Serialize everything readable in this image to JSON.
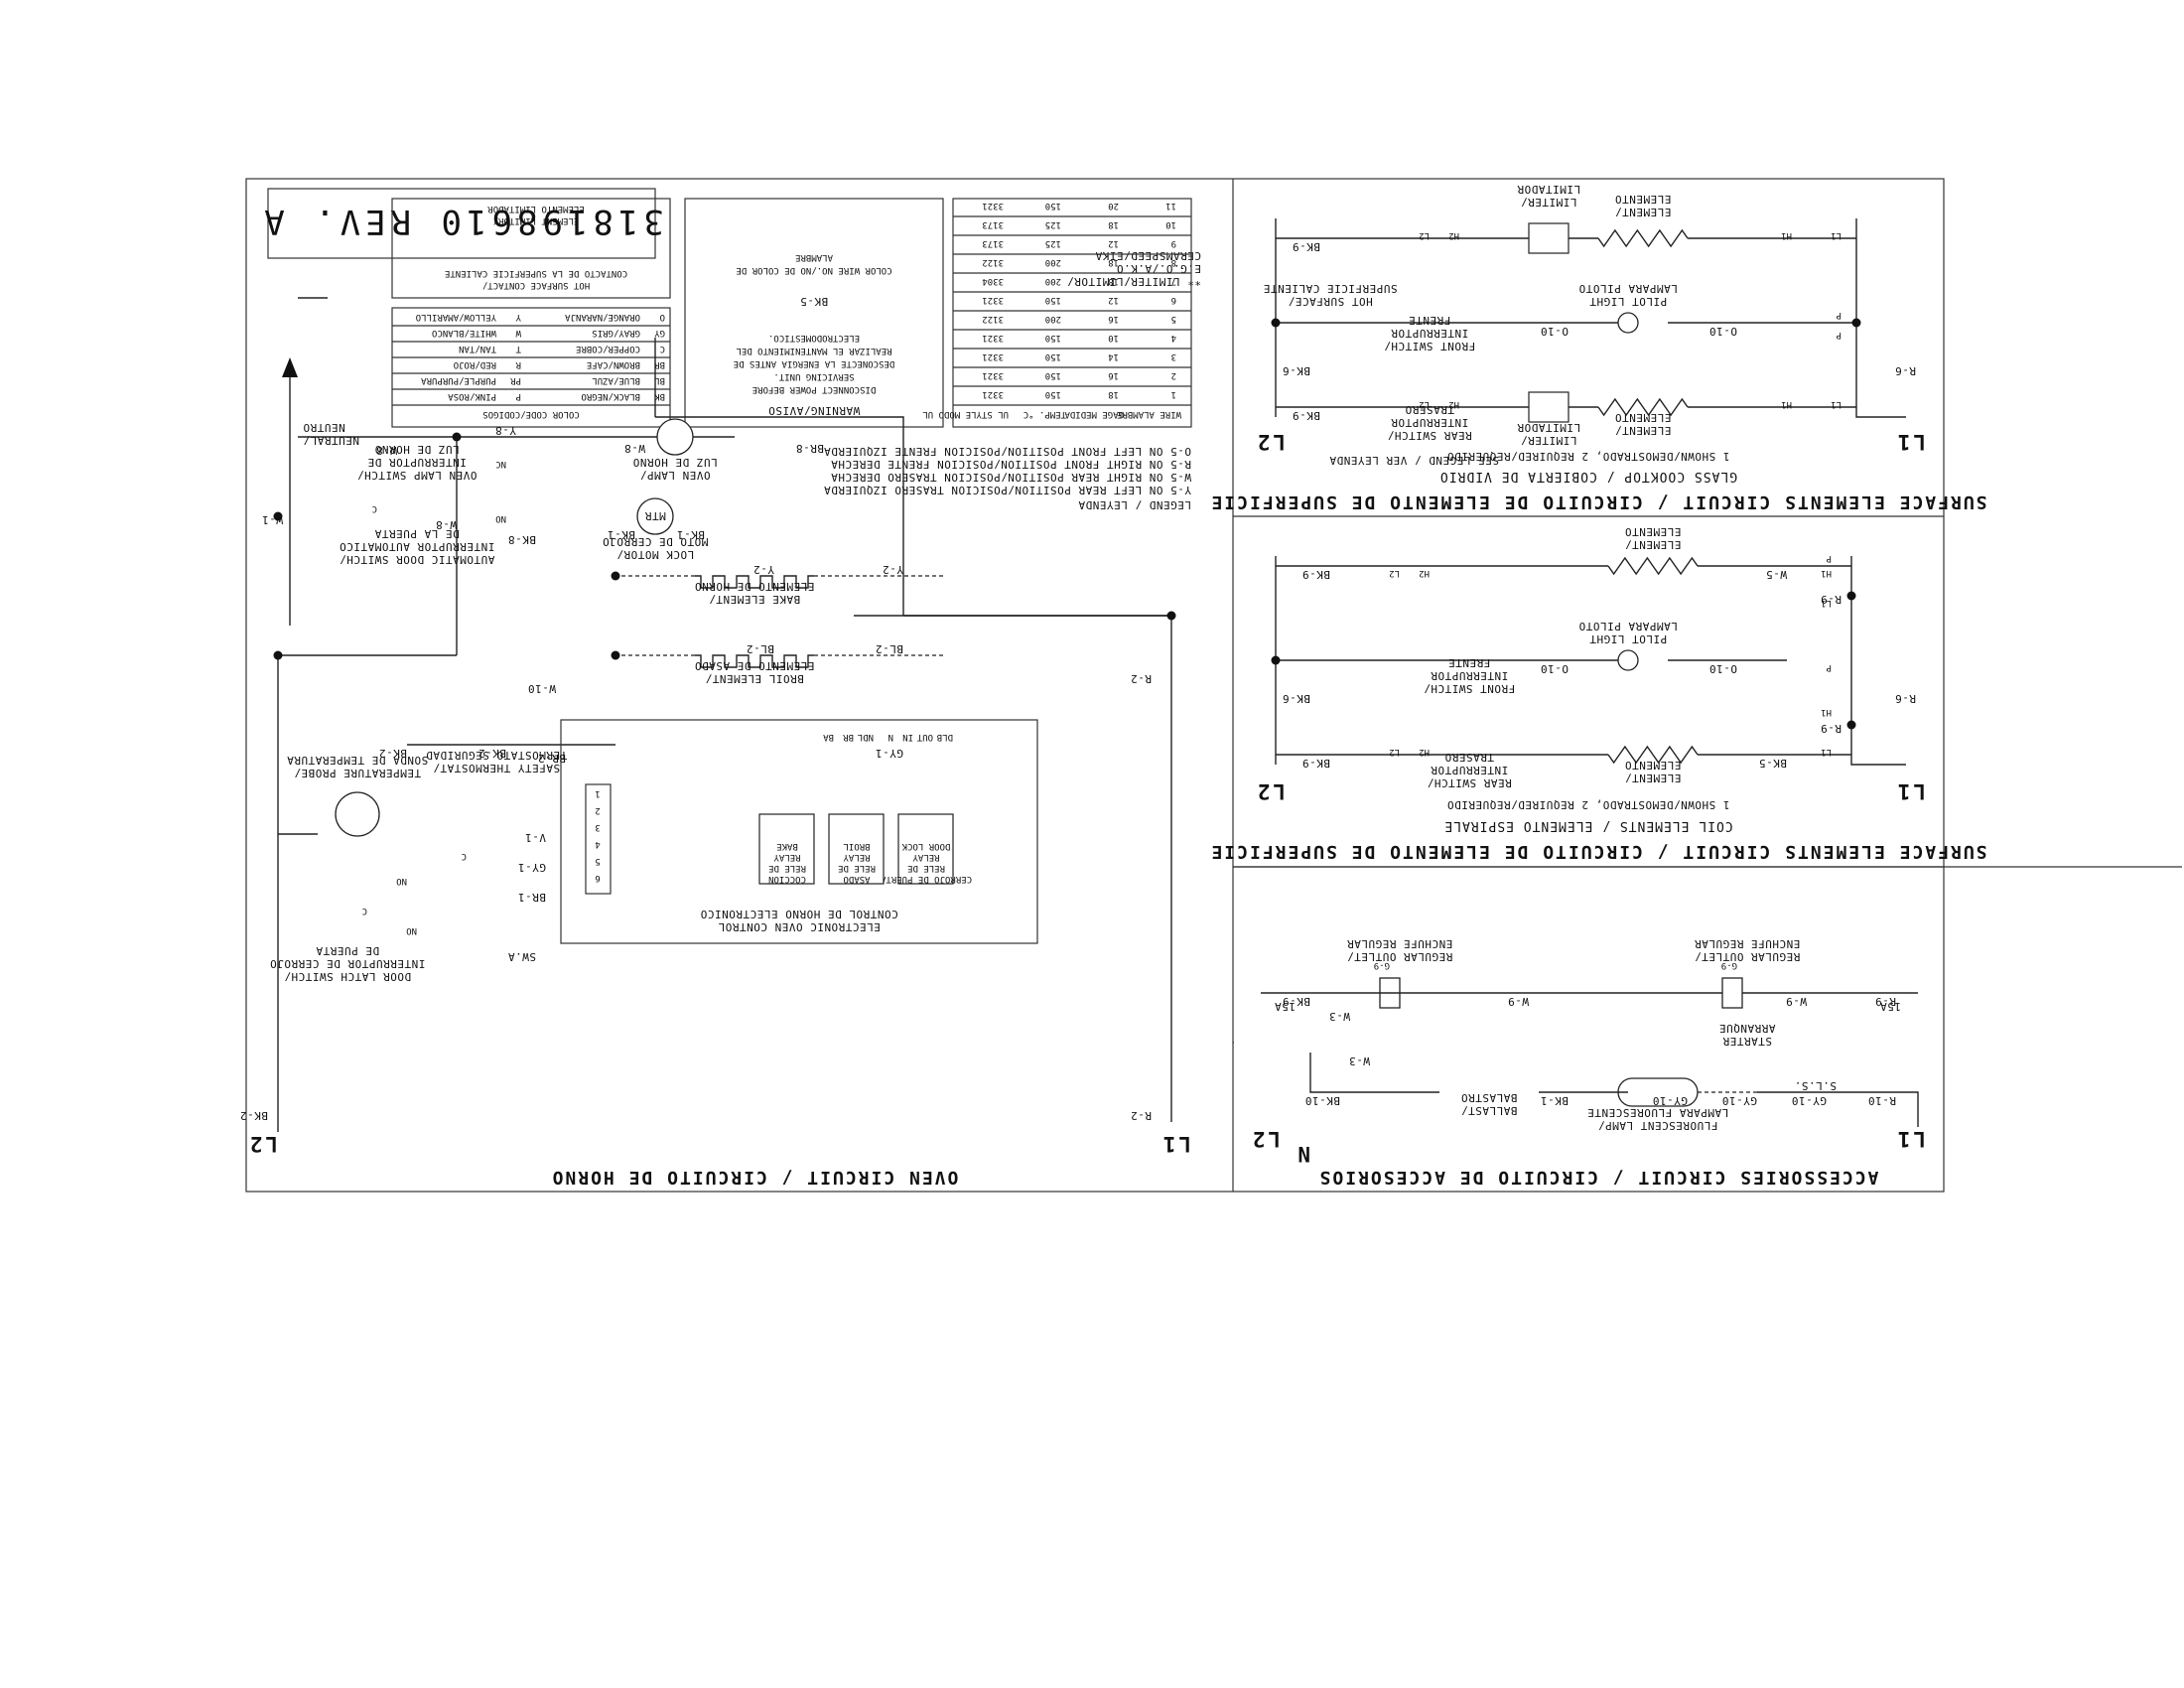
{
  "part_number": "318198610 REV. A",
  "oven": {
    "title": "OVEN CIRCUIT / CIRCUITO DE HORNO",
    "l1": "L1",
    "l2": "L2",
    "neutral": [
      "NEUTRAL/",
      "NEUTRO"
    ],
    "oven_lamp_switch": [
      "OVEN LAMP SWITCH/",
      "INTERRUPTOR DE",
      "LUZ DE HORNO"
    ],
    "oven_lamp": [
      "OVEN LAMP/",
      "LUZ DE HORNO"
    ],
    "auto_door_switch": [
      "AUTOMATIC DOOR SWITCH/",
      "INTERRUPTOR AUTOMATICO",
      "DE LA PUERTA"
    ],
    "lock_motor": [
      "LOCK MOTOR/",
      "MOTO DE CERROJO"
    ],
    "mtr": "MTR",
    "bake_element": [
      "BAKE ELEMENT/",
      "ELEMENTO DE HORNO"
    ],
    "broil_element": [
      "BROIL ELEMENT/",
      "ELEMENTO DE ASADO"
    ],
    "safety_thermostat": [
      "SAFETY THERMOSTAT/",
      "TERMOSTATO SEGURIDAD"
    ],
    "temp_probe": [
      "TEMPERATURE PROBE/",
      "SONDA DE TEMPERATURA"
    ],
    "door_latch_switch": [
      "DOOR LATCH SWITCH/",
      "INTERRUPTOR DE CERROJO",
      "DE PUERTA"
    ],
    "control": [
      "ELECTRONIC OVEN CONTROL",
      "CONTROL DE HORNO ELECTRONICO"
    ],
    "relays": [
      [
        "DOOR LOCK",
        "RELAY",
        "RELE DE",
        "CERROJO DE PUERTA"
      ],
      [
        "BROIL",
        "RELAY",
        "RELE DE",
        "ASADO"
      ],
      [
        "BAKE",
        "RELAY",
        "RELE DE",
        "COCCION"
      ]
    ],
    "pins": [
      "DLB",
      "OUT",
      "IN",
      "N",
      "NDL",
      "BR",
      "BA"
    ],
    "wires": [
      "W-1",
      "W-8",
      "W-8",
      "W-8",
      "BR-8",
      "Y-8",
      "BK-8",
      "BK-1",
      "BK-1",
      "Y-2",
      "Y-2",
      "BL-2",
      "BL-2",
      "W-10",
      "BK-2",
      "BK-2",
      "BR-2",
      "GY-1",
      "R-2",
      "R-2",
      "V-1",
      "GY-1",
      "BR-1",
      "SW.A",
      "BK-2"
    ],
    "contacts": [
      "NC",
      "NO",
      "C",
      "C",
      "NO",
      "NO",
      "C"
    ],
    "connector": [
      "6",
      "5",
      "4",
      "3",
      "2",
      "1"
    ]
  },
  "surface_glass": {
    "title": "SURFACE ELEMENTS CIRCUIT / CIRCUITO DE ELEMENTO DE SUPERFICIE",
    "subtitle": "GLASS COOKTOP / COBIERTA DE VIDRIO",
    "note": "1 SHOWN/DEMOSTRADO, 2 REQUIRED/REQUERIDO",
    "l1": "L1",
    "l2": "L2",
    "wires": [
      "R-6",
      "BK-6",
      "BK-9",
      "BK-9",
      "O-10",
      "O-10"
    ],
    "terminals": [
      "L1",
      "H1",
      "P",
      "L1",
      "H1",
      "P",
      "H2",
      "L2",
      "H2",
      "L2"
    ],
    "element": [
      "ELEMENT/",
      "ELEMENTO"
    ],
    "limiter": [
      "LIMITER/",
      "LIMITADOR"
    ],
    "pilot": [
      "PILOT LIGHT",
      "LAMPARA PILOTO"
    ],
    "front_switch": [
      "FRONT SWITCH/",
      "INTERRUPTOR",
      "FRENTE"
    ],
    "rear_switch": [
      "REAR SWITCH/",
      "INTERRUPTOR",
      "TRASERO"
    ],
    "see_legend": "SEE LEGEND / VER LEYENDA",
    "hot_surface": [
      "HOT SURFACE/",
      "SUPERFICIE CALIENTE"
    ],
    "limiter_note": [
      "** LIMITER/LIMITOR/",
      "E.G.O./A.K.O",
      "CERAMSPEED/EIKA"
    ]
  },
  "surface_coil": {
    "title": "SURFACE ELEMENTS CIRCUIT / CIRCUITO DE ELEMENTO DE SUPERFICIE",
    "subtitle": "COIL ELEMENTS / ELEMENTO ESPIRALE",
    "note": "1 SHOWN/DEMOSTRADO, 2 REQUIRED/REQUERIDO",
    "l1": "L1",
    "l2": "L2",
    "wires": [
      "R-6",
      "BK-6",
      "BK-5",
      "BK-9",
      "W-5",
      "BK-9",
      "R-9",
      "R-9",
      "O-10",
      "O-10"
    ],
    "terminals": [
      "L1",
      "H1",
      "P",
      "L1",
      "H1",
      "P",
      "H2",
      "L2",
      "H2",
      "L2"
    ],
    "element": [
      "ELEMENT/",
      "ELEMENTO"
    ],
    "pilot": [
      "PILOT LIGHT",
      "LAMPARA PILOTO"
    ],
    "front_switch": [
      "FRONT SWITCH/",
      "INTERRUPTOR",
      "FRENTE"
    ],
    "rear_switch": [
      "REAR SWITCH/",
      "INTERRUPTOR",
      "TRASERO"
    ]
  },
  "accessories": {
    "title": "ACCESSORIES CIRCUIT / CIRCUITO DE ACCESORIOS",
    "l1": "L1",
    "l2": "L2",
    "n": "N",
    "fluorescent": [
      "FLUORESCENT LAMP/",
      "LAMPARA FLUORESCENTE"
    ],
    "ballast": [
      "BALLAST/",
      "BALASTRO"
    ],
    "starter": [
      "STARTER",
      "ARRANQUE"
    ],
    "regular_outlet_right": [
      "REGULAR OUTLET/",
      "ENCHUFE REGULAR"
    ],
    "regular_outlet_left": [
      "REGULAR OUTLET/",
      "ENCHUFE REGULAR"
    ],
    "wires": [
      "R-10",
      "GY-10",
      "GY-10",
      "GY-10",
      "BK-1",
      "BK-10",
      "W-3",
      "W-3",
      "R-9",
      "W-9",
      "W-9",
      "BK-9",
      "G-9",
      "G-9"
    ],
    "misc": [
      "S.L.S.",
      "15A",
      "15A"
    ]
  },
  "legend": {
    "title": "LEGEND / LEYENDA",
    "lines": [
      "Y-5  ON LEFT REAR POSITION/POSICION TRASERO IZQUIERDA",
      "W-5  ON RIGHT REAR POSITION/POSICION TRASERO DERECHA",
      "R-5  ON RIGHT FRONT POSITION/POSICION FRENTE DERECHA",
      "O-5  ON LEFT FRONT POSITION/POSICION FRENTE IZQUIERDA"
    ]
  },
  "gauge_table": {
    "headers": [
      "WIRE ALAMBRE",
      "GAGE MEDIDA",
      "TEMP. °C",
      "UL STYLE MODO UL"
    ],
    "rows": [
      [
        "1",
        "18",
        "150",
        "3321"
      ],
      [
        "2",
        "16",
        "150",
        "3321"
      ],
      [
        "3",
        "14",
        "150",
        "3321"
      ],
      [
        "4",
        "10",
        "150",
        "3321"
      ],
      [
        "5",
        "16",
        "200",
        "3122"
      ],
      [
        "6",
        "12",
        "150",
        "3321"
      ],
      [
        "7",
        "18",
        "200",
        "3304"
      ],
      [
        "8",
        "18",
        "200",
        "3122"
      ],
      [
        "9",
        "12",
        "125",
        "3173"
      ],
      [
        "10",
        "18",
        "125",
        "3173"
      ],
      [
        "11",
        "20",
        "150",
        "3321"
      ]
    ]
  },
  "warning": {
    "title": "WARNING/AVISO",
    "lines": [
      "DISCONNECT POWER BEFORE",
      "SERVICING UNIT.",
      "DESCONECTE LA ENERGIA ANTES DE",
      "REALIZAR EL MANTENIMIENTO DEL",
      "ELECTRODOMESTICO."
    ],
    "example": "BK-5",
    "note": [
      "COLOR WIRE NO./NO DE COLOR DE",
      "ALAMBRE"
    ]
  },
  "color_code": {
    "title": "COLOR CODE/CODIGOS",
    "rows": [
      [
        "BK",
        "BLACK/NEGRO",
        "P",
        "PINK/ROSA"
      ],
      [
        "BL",
        "BLUE/AZUL",
        "PR",
        "PURPLE/PURPURA"
      ],
      [
        "BR",
        "BROWN/CAFE",
        "R",
        "RED/ROJO"
      ],
      [
        "C",
        "COPPER/COBRE",
        "T",
        "TAN/TAN"
      ],
      [
        "GY",
        "GRAY/GRIS",
        "W",
        "WHITE/BLANCO"
      ],
      [
        "O",
        "ORANGE/NARANJA",
        "Y",
        "YELLOW/AMARILLO"
      ]
    ]
  },
  "switch_detail": {
    "hot_surface": [
      "HOT SURFACE CONTACT/",
      "CONTACTO DE LA SUPERFICIE CALIENTE"
    ],
    "limiter": [
      "ELEMENT LIMITOR/",
      "ELEMENTO LIMITADOR"
    ]
  }
}
